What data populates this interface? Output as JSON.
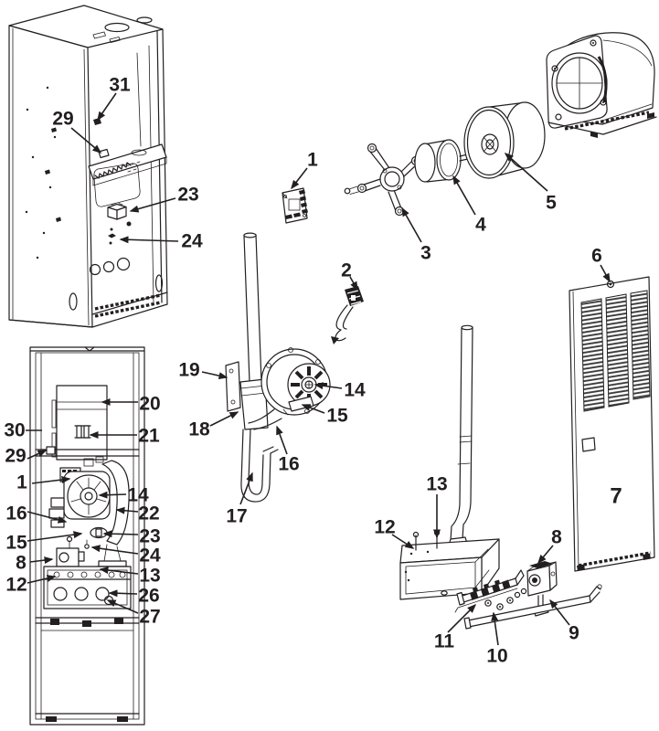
{
  "diagram": {
    "kind": "exploded-parts-diagram",
    "subject": "gas furnace parts diagram",
    "background_color": "#ffffff",
    "line_color": "#231f20",
    "label_color": "#231f20"
  },
  "callouts": [
    {
      "id": "cabinet-31",
      "label": "31"
    },
    {
      "id": "cabinet-29",
      "label": "29"
    },
    {
      "id": "cabinet-23",
      "label": "23"
    },
    {
      "id": "cabinet-24",
      "label": "24"
    },
    {
      "id": "control-board-1",
      "label": "1"
    },
    {
      "id": "igniter-2",
      "label": "2"
    },
    {
      "id": "motor-mount-3",
      "label": "3"
    },
    {
      "id": "motor-4",
      "label": "4"
    },
    {
      "id": "blower-wheel-5",
      "label": "5"
    },
    {
      "id": "door-screw-6",
      "label": "6"
    },
    {
      "id": "front-door-7",
      "label": "7"
    },
    {
      "id": "vent-bracket-19",
      "label": "19"
    },
    {
      "id": "vent-coupling-18",
      "label": "18"
    },
    {
      "id": "drain-tube-17",
      "label": "17"
    },
    {
      "id": "inducer-elbow-16",
      "label": "16"
    },
    {
      "id": "inducer-clamp-15",
      "label": "15"
    },
    {
      "id": "inducer-motor-14",
      "label": "14"
    },
    {
      "id": "front-30",
      "label": "30"
    },
    {
      "id": "front-29",
      "label": "29"
    },
    {
      "id": "front-1",
      "label": "1"
    },
    {
      "id": "front-16",
      "label": "16"
    },
    {
      "id": "front-15",
      "label": "15"
    },
    {
      "id": "front-8",
      "label": "8"
    },
    {
      "id": "front-12",
      "label": "12"
    },
    {
      "id": "front-20",
      "label": "20"
    },
    {
      "id": "front-21",
      "label": "21"
    },
    {
      "id": "front-14",
      "label": "14"
    },
    {
      "id": "front-22",
      "label": "22"
    },
    {
      "id": "front-23",
      "label": "23"
    },
    {
      "id": "front-24",
      "label": "24"
    },
    {
      "id": "front-13",
      "label": "13"
    },
    {
      "id": "front-26",
      "label": "26"
    },
    {
      "id": "front-27",
      "label": "27"
    },
    {
      "id": "burner-12",
      "label": "12"
    },
    {
      "id": "flue-13",
      "label": "13"
    },
    {
      "id": "manifold-11",
      "label": "11"
    },
    {
      "id": "orifice-10",
      "label": "10"
    },
    {
      "id": "gas-valve-8",
      "label": "8"
    },
    {
      "id": "gas-pipe-9",
      "label": "9"
    }
  ]
}
